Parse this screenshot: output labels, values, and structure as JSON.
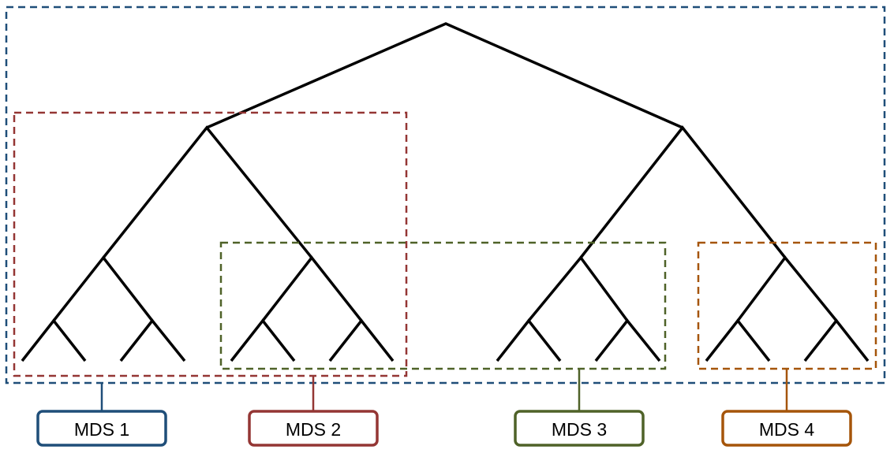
{
  "diagram": {
    "partitions": [
      {
        "label": "MDS 1",
        "color": "#1f4e79"
      },
      {
        "label": "MDS 2",
        "color": "#943634"
      },
      {
        "label": "MDS 3",
        "color": "#4f6228"
      },
      {
        "label": "MDS 4",
        "color": "#a5550a"
      }
    ],
    "tree_color": "#000000",
    "text_color": "#000000"
  }
}
